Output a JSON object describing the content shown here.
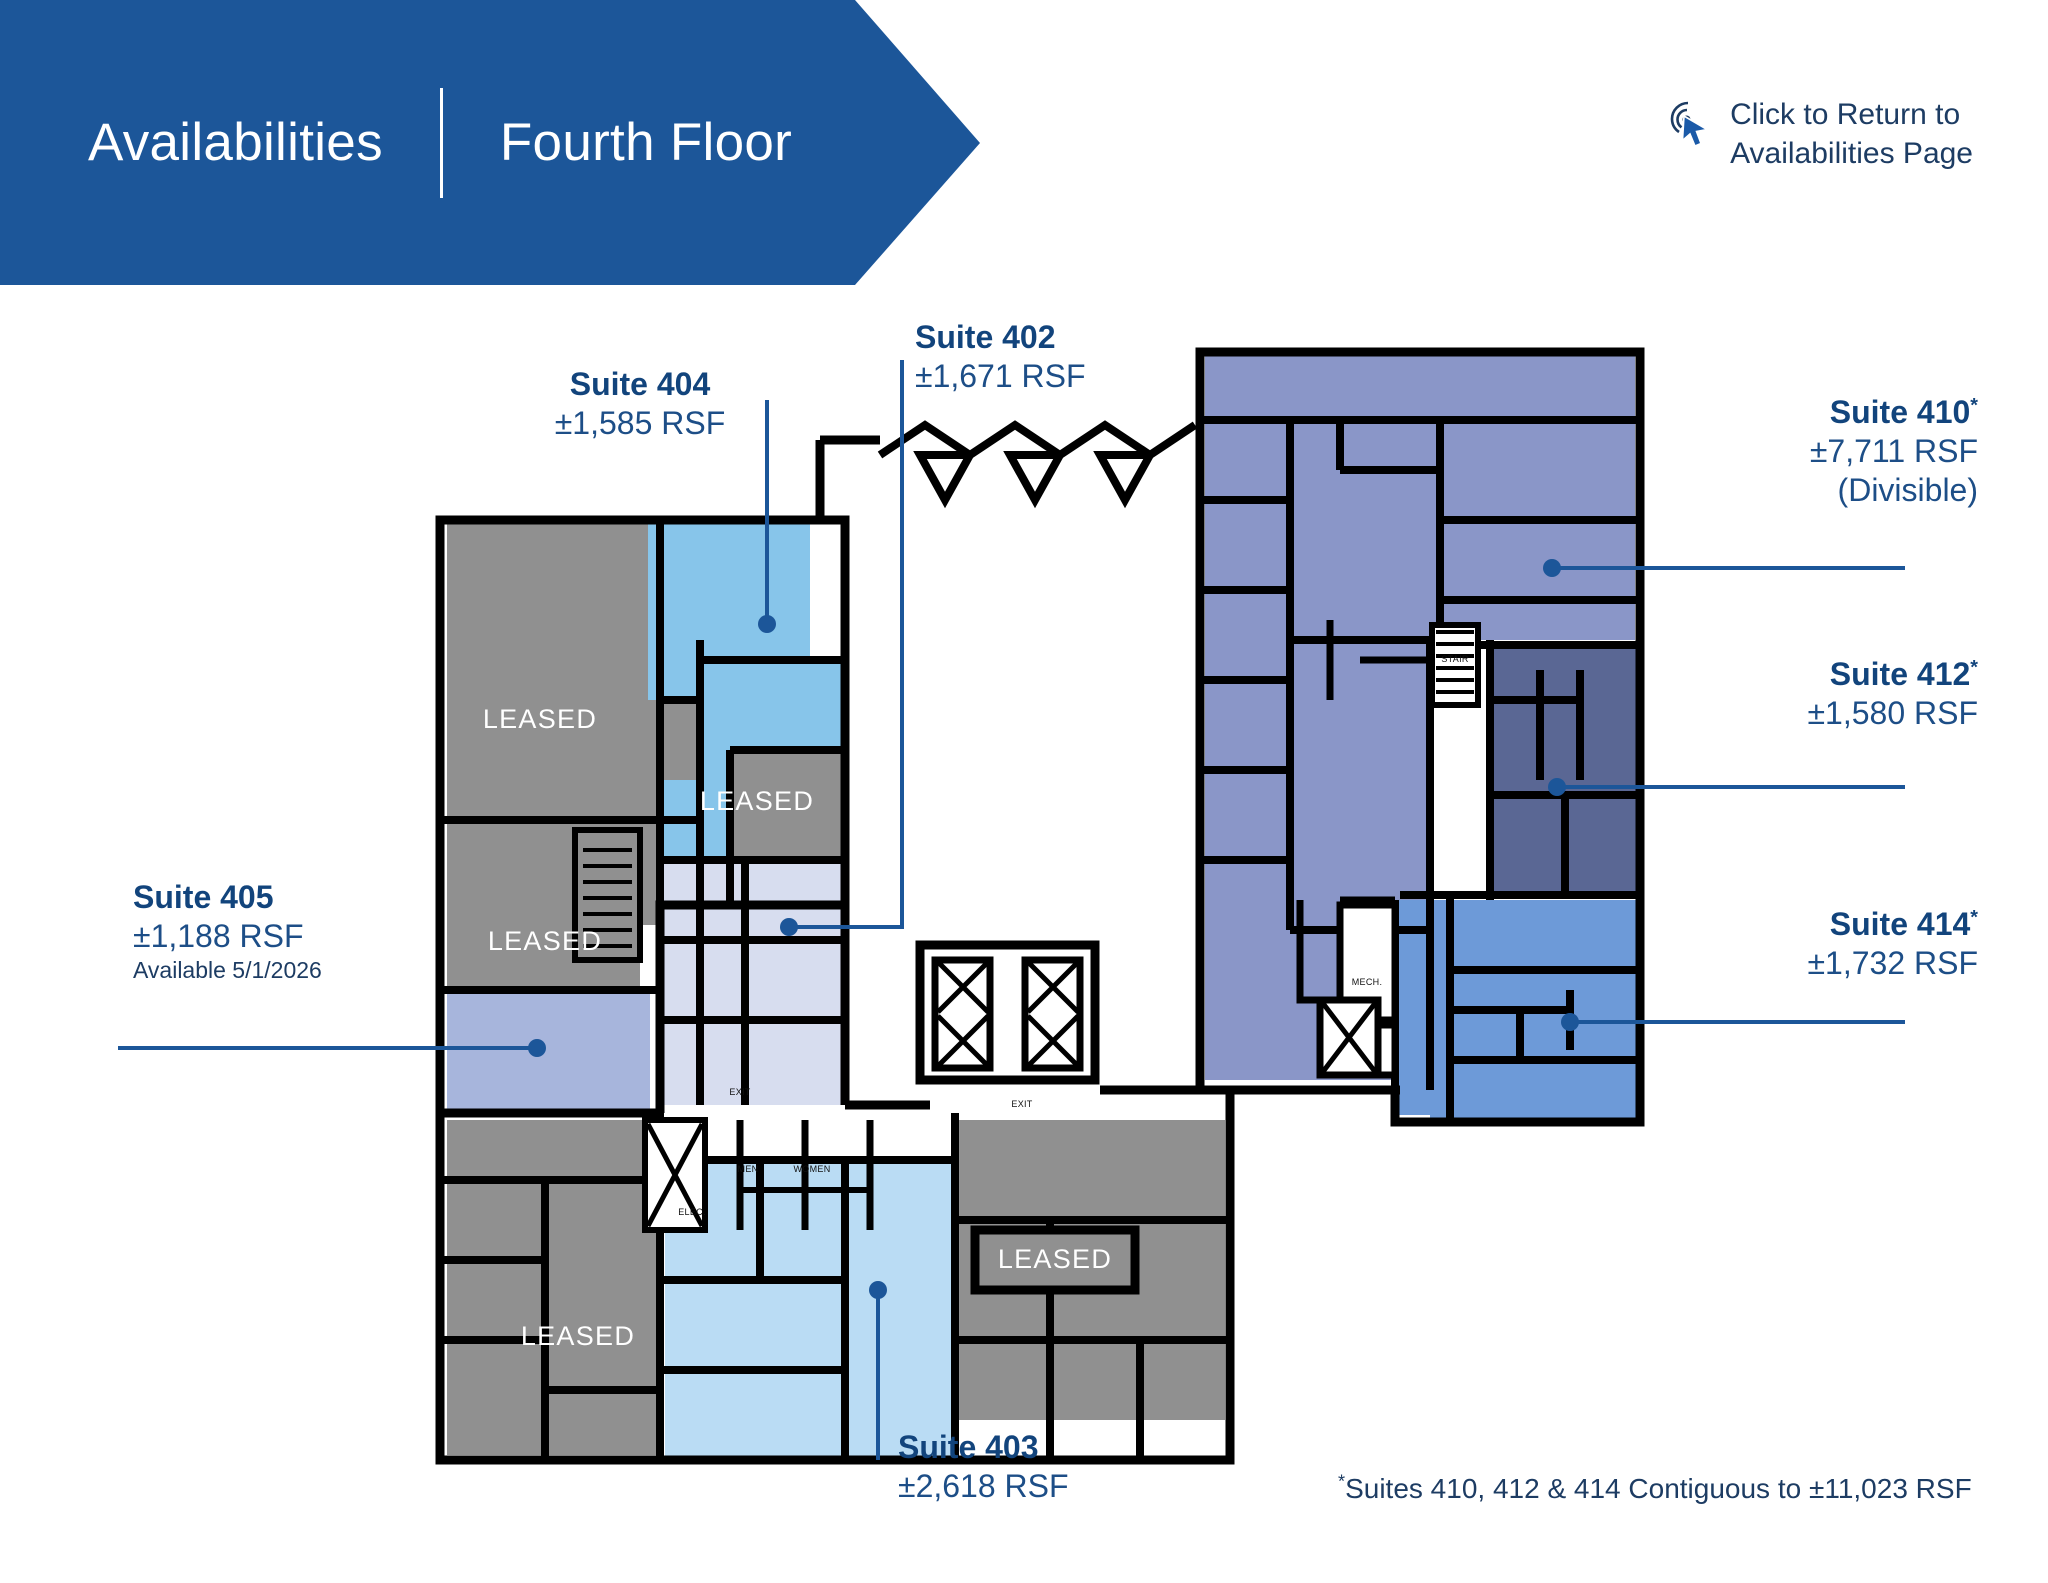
{
  "header": {
    "title_left": "Availabilities",
    "title_right": "Fourth Floor",
    "banner_color": "#1c5699"
  },
  "return_link": {
    "icon": "click-cursor-icon",
    "line1": "Click to Return to",
    "line2": "Availabilities Page",
    "text_color": "#1d3c63"
  },
  "suites": [
    {
      "id": "402",
      "name": "Suite 402",
      "area": "±1,671 RSF",
      "color": "#d7ddef",
      "star": false
    },
    {
      "id": "404",
      "name": "Suite 404",
      "area": "±1,585 RSF",
      "color": "#87c5ea",
      "star": false
    },
    {
      "id": "405",
      "name": "Suite 405",
      "area": "±1,188 RSF",
      "available": "Available 5/1/2026",
      "color": "#a7b5dc",
      "star": false
    },
    {
      "id": "403",
      "name": "Suite 403",
      "area": "±2,618 RSF",
      "color": "#badcf4",
      "star": false
    },
    {
      "id": "410",
      "name": "Suite 410",
      "area": "±7,711 RSF",
      "sub": "(Divisible)",
      "color": "#8a96c8",
      "star": true
    },
    {
      "id": "412",
      "name": "Suite 412",
      "area": "±1,580 RSF",
      "color": "#5a6794",
      "star": true
    },
    {
      "id": "414",
      "name": "Suite 414",
      "area": "±1,732 RSF",
      "color": "#6d9ad8",
      "star": true
    }
  ],
  "leased_labels": [
    "LEASED",
    "LEASED",
    "LEASED",
    "LEASED",
    "LEASED"
  ],
  "room_tags": [
    "MEN",
    "WOMEN",
    "ELEC.",
    "EXIT",
    "EXIT",
    "STAIR",
    "MECH."
  ],
  "footnote": {
    "star": "*",
    "text": "Suites 410, 412 & 414 Contiguous to ±11,023 RSF"
  },
  "colors": {
    "leased_gray": "#909090",
    "leader_blue": "#1c5699",
    "wall_black": "#000000",
    "label_navy": "#12447c"
  }
}
